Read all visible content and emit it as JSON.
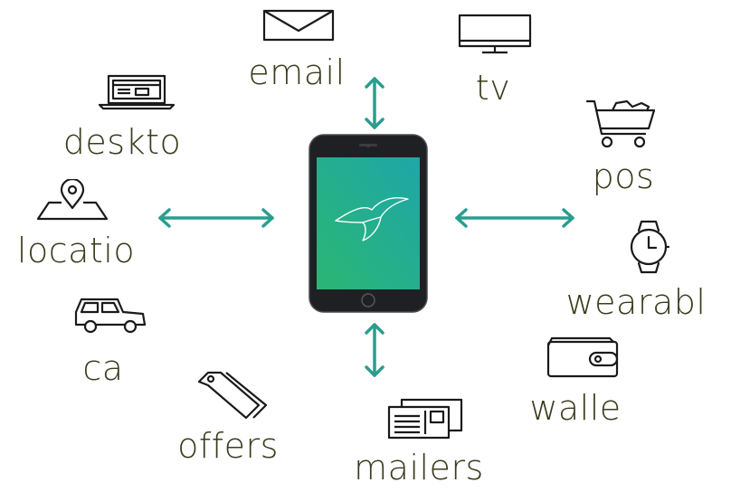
{
  "diagram": {
    "accent_color": "#2a9d8f",
    "icon_color": "#1a1a1a",
    "label_color": "#3b3b1d",
    "screen_gradient": [
      "#2bb673",
      "#1ea7a8"
    ],
    "center": {
      "icon": "smartphone-icon",
      "screen_icon": "bird-logo-icon"
    },
    "channels": [
      {
        "key": "email",
        "label": "email",
        "icon": "envelope-icon"
      },
      {
        "key": "tv",
        "label": "tv",
        "icon": "tv-monitor-icon"
      },
      {
        "key": "desktop",
        "label": "deskto",
        "icon": "laptop-icon"
      },
      {
        "key": "pos",
        "label": "pos",
        "icon": "shopping-cart-icon"
      },
      {
        "key": "location",
        "label": "locatio",
        "icon": "map-pin-icon"
      },
      {
        "key": "wearable",
        "label": "wearabl",
        "icon": "watch-icon"
      },
      {
        "key": "car",
        "label": "ca",
        "icon": "car-icon"
      },
      {
        "key": "wallet",
        "label": "walle",
        "icon": "wallet-icon"
      },
      {
        "key": "offers",
        "label": "offers",
        "icon": "coupon-tags-icon"
      },
      {
        "key": "mailers",
        "label": "mailers",
        "icon": "postcards-icon"
      }
    ],
    "arrows": [
      {
        "direction": "up",
        "type": "bidirectional"
      },
      {
        "direction": "down",
        "type": "bidirectional"
      },
      {
        "direction": "left",
        "type": "bidirectional"
      },
      {
        "direction": "right",
        "type": "bidirectional"
      }
    ]
  }
}
